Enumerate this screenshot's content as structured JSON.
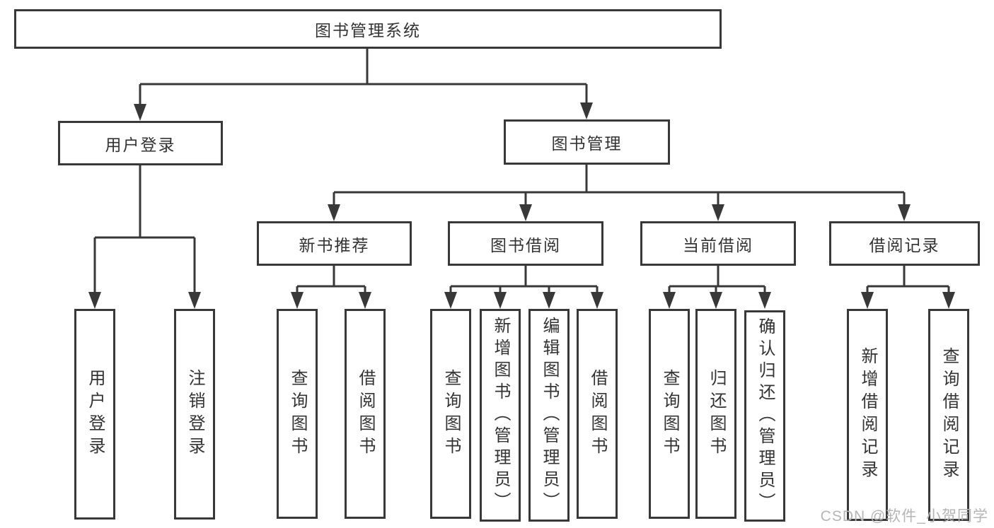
{
  "tree": {
    "root": "图书管理系统",
    "branches": [
      {
        "label": "用户登录",
        "children": [
          "用户登录",
          "注销登录"
        ]
      },
      {
        "label": "图书管理",
        "children": [
          {
            "label": "新书推荐",
            "children": [
              "查询图书",
              "借阅图书"
            ]
          },
          {
            "label": "图书借阅",
            "children": [
              "查询图书",
              "新增图书（管理员）",
              "编辑图书（管理员）",
              "借阅图书"
            ]
          },
          {
            "label": "当前借阅",
            "children": [
              "查询图书",
              "归还图书",
              "确认归还（管理员）"
            ]
          },
          {
            "label": "借阅记录",
            "children": [
              "新增借阅记录",
              "查询借阅记录"
            ]
          }
        ]
      }
    ]
  },
  "watermark": "CSDN @软件_小贺同学",
  "colors": {
    "line": "#383838",
    "text": "#333333",
    "watermark": "#b5b5b5"
  }
}
